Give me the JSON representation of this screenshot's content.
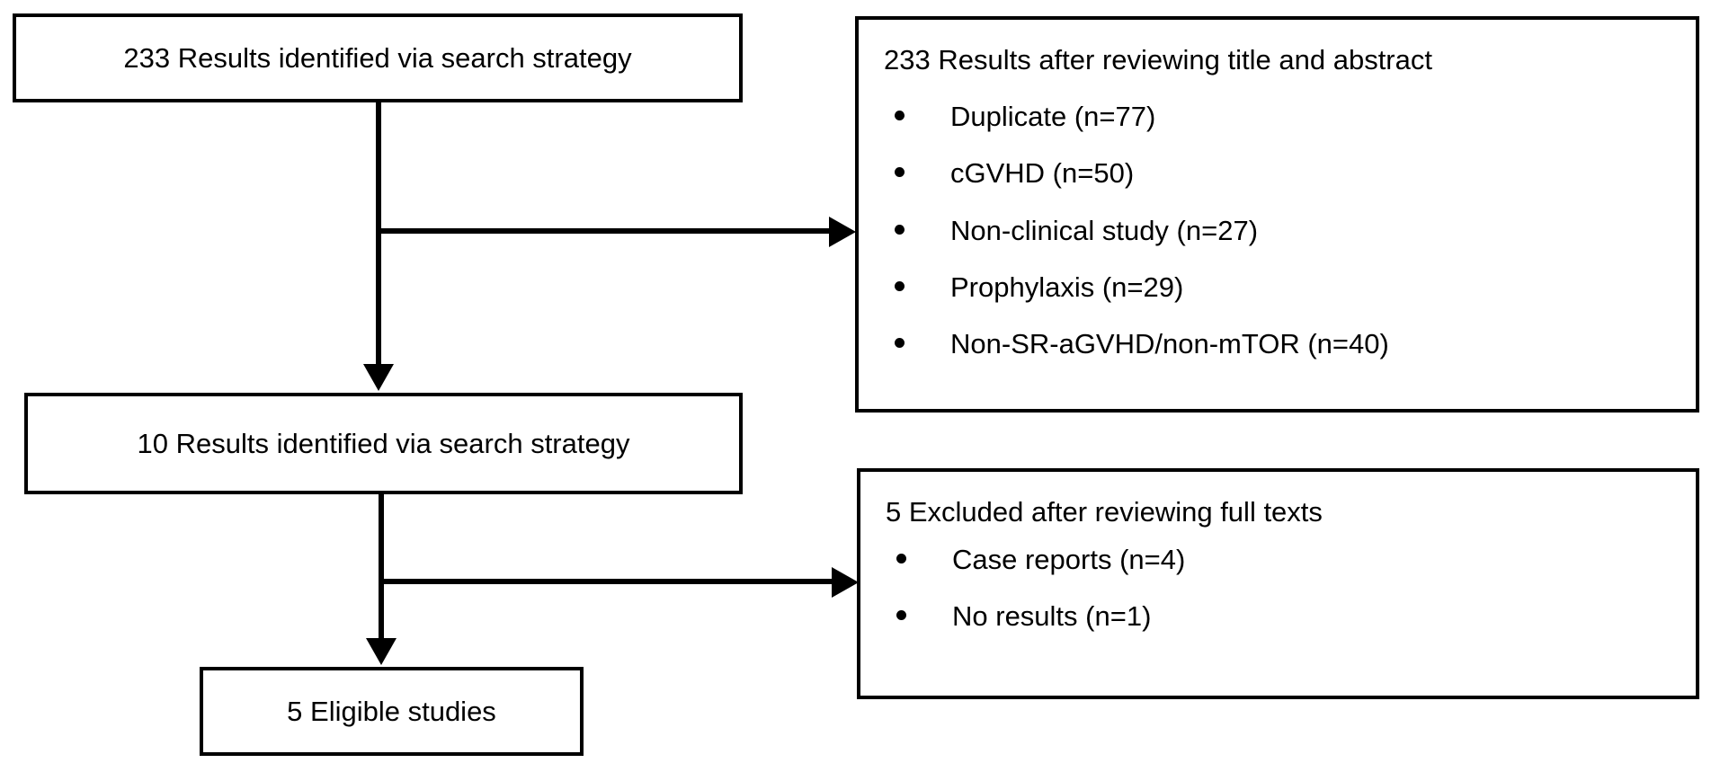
{
  "diagram": {
    "type": "prisma-flow-diagram",
    "colors": {
      "line": "#000000",
      "background": "#ffffff",
      "text": "#000000"
    },
    "nodes": {
      "identified": {
        "label": "233 Results identified via search strategy",
        "count": 233
      },
      "screened": {
        "label": "10 Results identified via search strategy",
        "count": 10
      },
      "eligible": {
        "label": "5 Eligible studies",
        "count": 5
      },
      "excluded_title_abstract": {
        "heading": "233 Results after reviewing title and abstract",
        "count": 233,
        "reasons": [
          {
            "label": "Duplicate (n=77)",
            "n": 77
          },
          {
            "label": "cGVHD (n=50)",
            "n": 50
          },
          {
            "label": "Non-clinical study (n=27)",
            "n": 27
          },
          {
            "label": "Prophylaxis (n=29)",
            "n": 29
          },
          {
            "label": "Non-SR-aGVHD/non-mTOR (n=40)",
            "n": 40
          }
        ]
      },
      "excluded_fulltext": {
        "heading": "5 Excluded after reviewing full texts",
        "count": 5,
        "reasons": [
          {
            "label": "Case reports (n=4)",
            "n": 4
          },
          {
            "label": "No results (n=1)",
            "n": 1
          }
        ]
      }
    },
    "edges": [
      {
        "from": "identified",
        "to": "screened",
        "direction": "down"
      },
      {
        "from": "identified",
        "to": "excluded_title_abstract",
        "direction": "right"
      },
      {
        "from": "screened",
        "to": "eligible",
        "direction": "down"
      },
      {
        "from": "screened",
        "to": "excluded_fulltext",
        "direction": "right"
      }
    ]
  }
}
